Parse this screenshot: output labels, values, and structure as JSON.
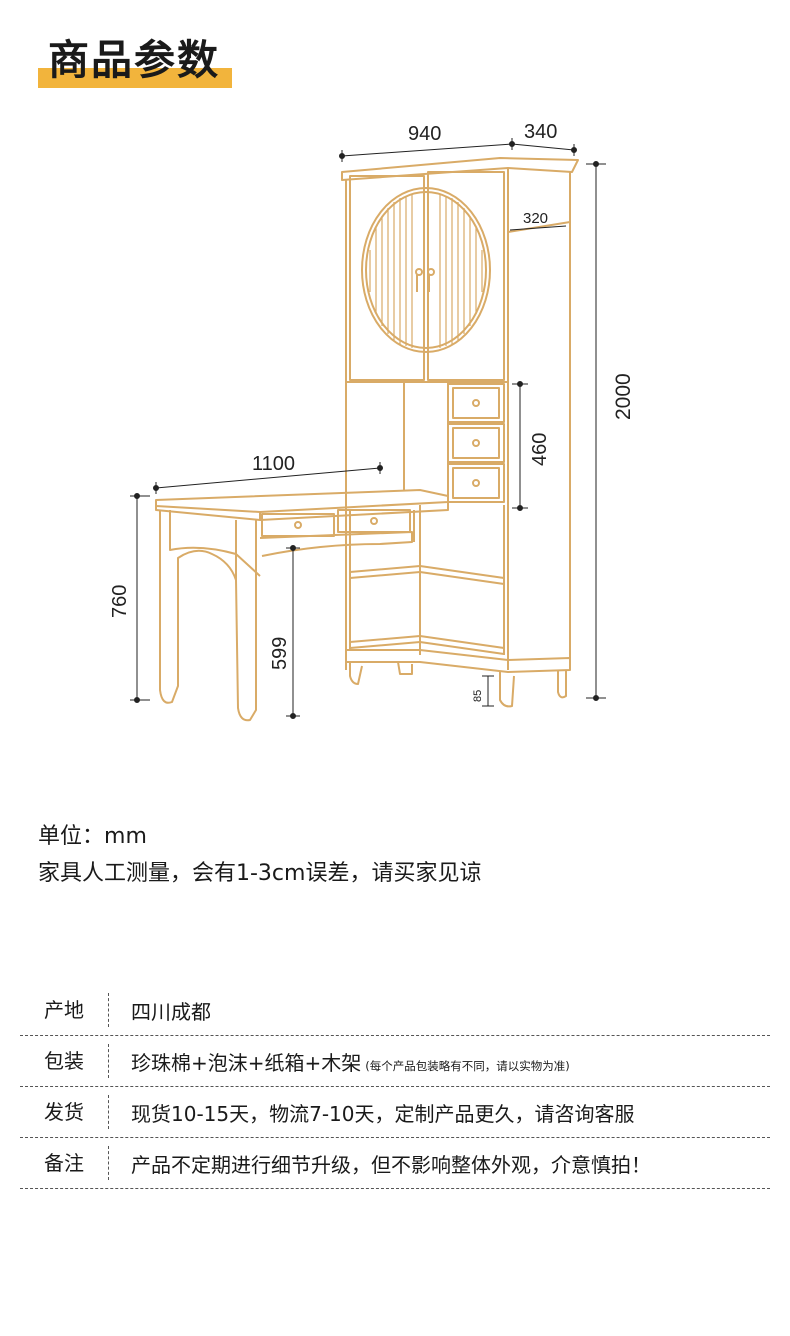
{
  "header": {
    "title": "商品参数"
  },
  "dimensions": {
    "width_top": "940",
    "depth_top": "340",
    "inner_depth": "320",
    "total_height": "2000",
    "drawer_section": "460",
    "desk_width": "1100",
    "desk_height": "760",
    "knee_height": "599",
    "base_height": "85"
  },
  "unit": {
    "label": "单位：",
    "value": "mm",
    "note": "家具人工测量，会有1-3cm误差，请买家见谅"
  },
  "specs": [
    {
      "key": "产地",
      "value": "四川成都",
      "note": ""
    },
    {
      "key": "包装",
      "value": "珍珠棉+泡沫+纸箱+木架",
      "note": "(每个产品包装略有不同，请以实物为准)"
    },
    {
      "key": "发货",
      "value": "现货10-15天，物流7-10天，定制产品更久，请咨询客服",
      "note": ""
    },
    {
      "key": "备注",
      "value": "产品不定期进行细节升级，但不影响整体外观，介意慎拍！",
      "note": ""
    }
  ],
  "colors": {
    "accent": "#f2b43c",
    "line": "#d9ab67",
    "dim": "#222222"
  }
}
